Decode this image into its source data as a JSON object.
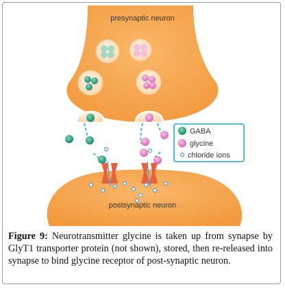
{
  "diagram": {
    "presynaptic_label": "presynaptic neuron",
    "postsynaptic_label": "postsynaptic neuron",
    "legend": [
      {
        "label": "GABA",
        "color": "#1f9b78",
        "icon": "gaba-molecule"
      },
      {
        "label": "glycine",
        "color": "#e58ac8",
        "icon": "glycine-molecule"
      },
      {
        "label": "chloride ions",
        "color": "#4f9ed6",
        "icon": "chloride-ion"
      }
    ],
    "colors": {
      "neuron": "#f6a34b",
      "vesicle": "#fce5c8",
      "receptor": "#e9603c",
      "legend_border": "#3db4d8"
    }
  },
  "caption": {
    "label": "Figure 9:",
    "text": " Neurotransmitter glycine is taken up from synapse by GlyT1 transporter protein (not shown), stored, then re-released into synapse to bind glycine receptor of post-synaptic neuron."
  }
}
